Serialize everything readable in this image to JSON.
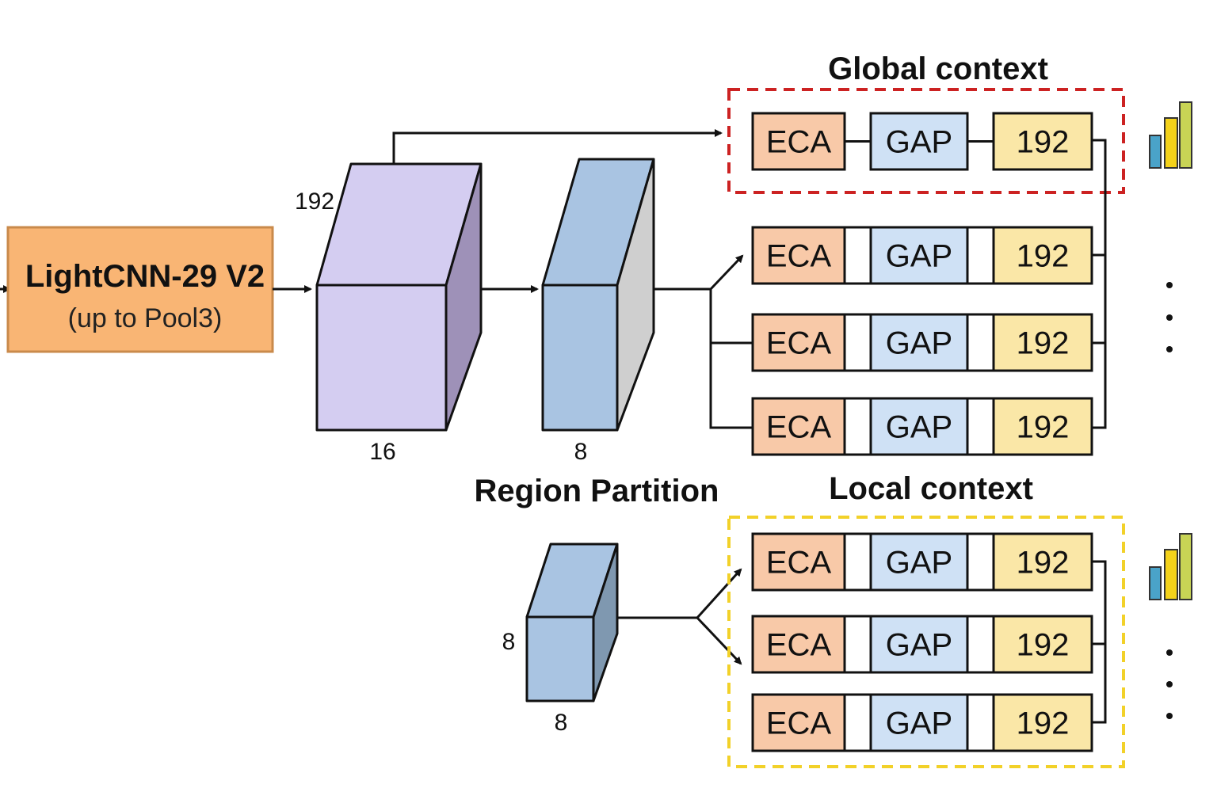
{
  "backbone": {
    "title": "LightCNN-29 V2",
    "subtitle": "(up to Pool3)"
  },
  "feature_map": {
    "channels_label": "192",
    "width_label": "16"
  },
  "partition_map": {
    "width_label": "8"
  },
  "region_block": {
    "height_label": "8",
    "width_label": "8"
  },
  "labels": {
    "global_context": "Global context",
    "local_context": "Local context",
    "region_partition": "Region Partition"
  },
  "branch": {
    "eca": "ECA",
    "gap": "GAP",
    "dim": "192"
  },
  "colors": {
    "backbone_fill": "#f9b574",
    "backbone_stroke": "#c98a4b",
    "cube_front": "#d4cdf1",
    "cube_side": "#9e91b8",
    "blue_front": "#a9c4e2",
    "blue_side_light": "#cfcfcf",
    "blue_side_dark": "#7f98b0",
    "eca_fill": "#f8c9a8",
    "gap_fill": "#cfe1f5",
    "dim_fill": "#fae7a7",
    "global_dash": "#cc2222",
    "local_dash": "#f2d129",
    "bar_blue": "#4aa3c9",
    "bar_yellow": "#f4d21a",
    "bar_olive": "#c8d455"
  },
  "icons": [
    "bar-chart-icon",
    "ellipsis-icon"
  ]
}
